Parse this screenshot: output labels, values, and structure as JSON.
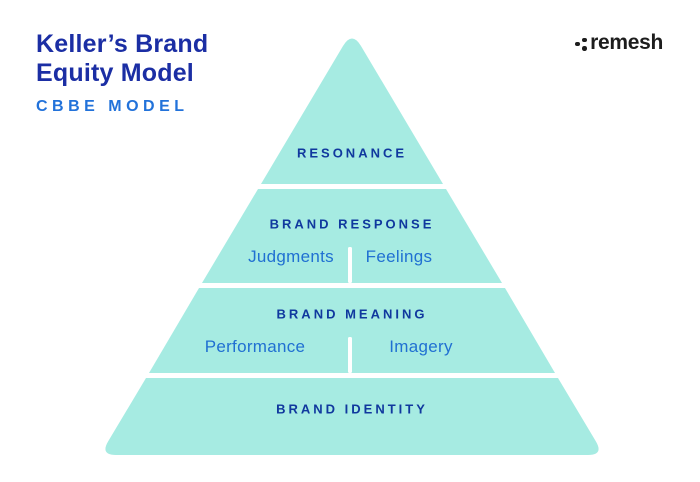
{
  "header": {
    "title_line1": "Keller’s Brand",
    "title_line2": "Equity Model",
    "subtitle": "CBBE MODEL"
  },
  "logo": {
    "text": "remesh"
  },
  "pyramid": {
    "levels": [
      {
        "title": "RESONANCE",
        "sublabels": []
      },
      {
        "title": "BRAND RESPONSE",
        "sublabels": [
          "Judgments",
          "Feelings"
        ]
      },
      {
        "title": "BRAND MEANING",
        "sublabels": [
          "Performance",
          "Imagery"
        ]
      },
      {
        "title": "BRAND IDENTITY",
        "sublabels": []
      }
    ]
  },
  "colors": {
    "teal": "#A6EBE2",
    "indigo": "#1B2EA4",
    "accent": "#2272DA",
    "navy": "#10389E",
    "blue": "#2070D2",
    "ink": "#1D1D1D",
    "bg": "#FFFFFF"
  }
}
